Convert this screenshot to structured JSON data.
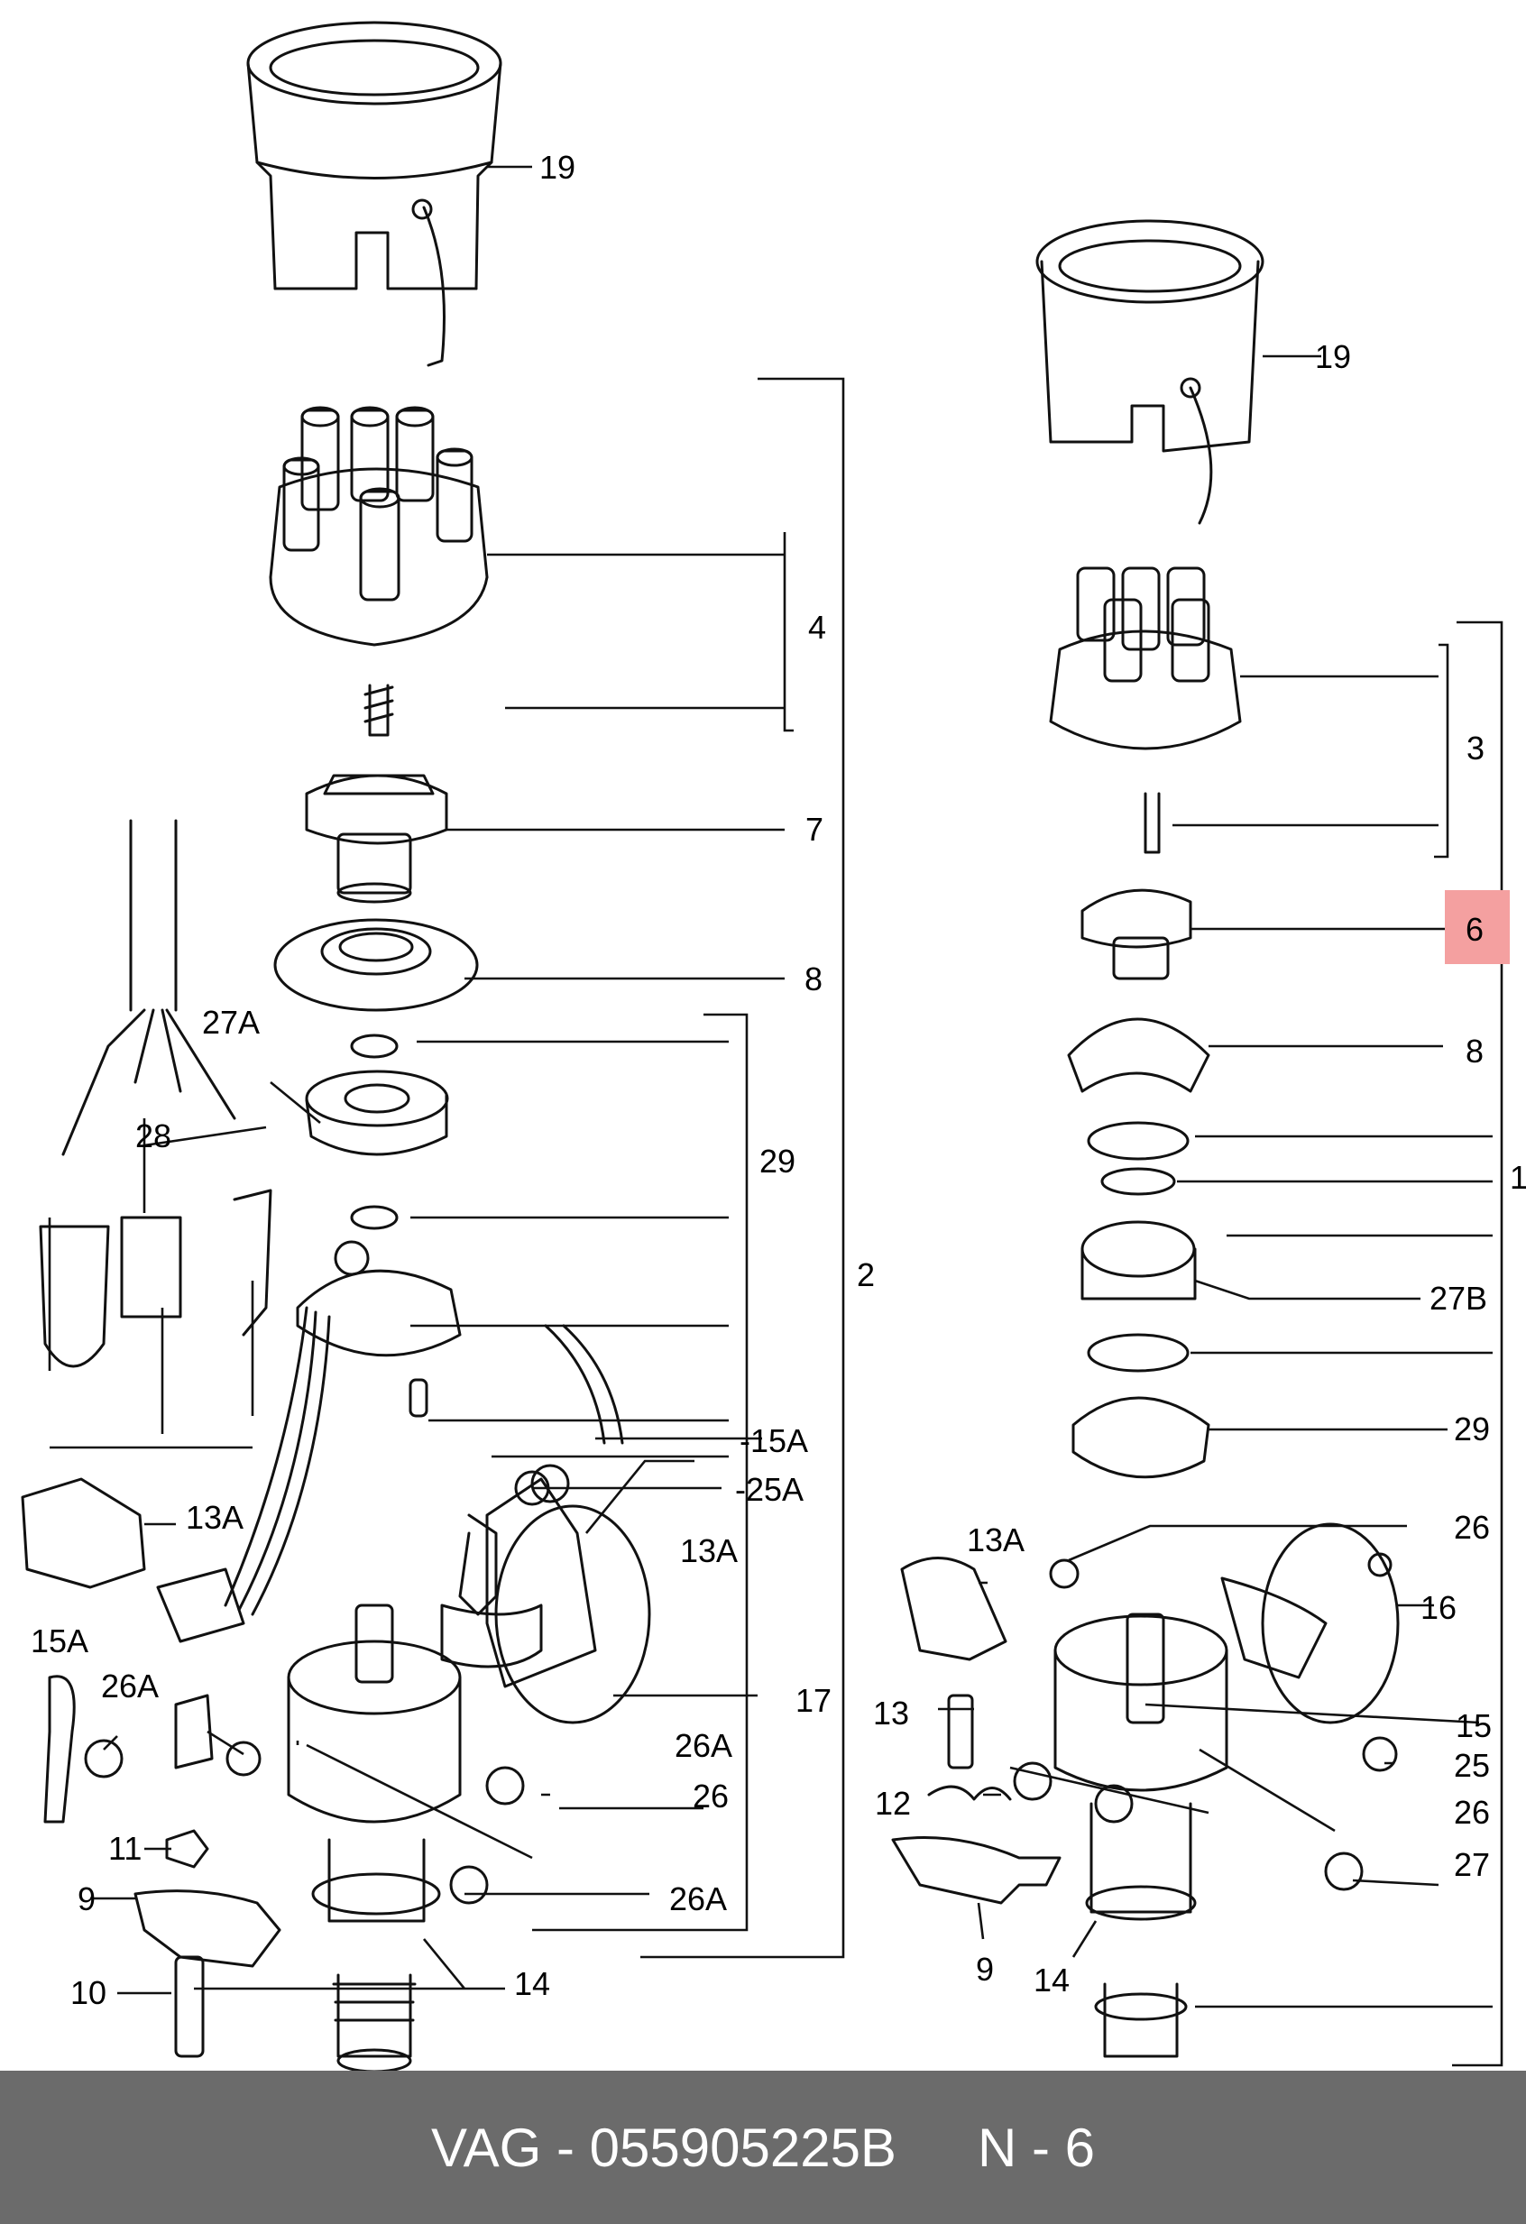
{
  "diagram": {
    "left_labels": {
      "c19": "19",
      "c4": "4",
      "c7": "7",
      "c8": "8",
      "c27A": "27A",
      "c28": "28",
      "c29": "29",
      "c2": "2",
      "c15A_r": "-15A",
      "c25A": "-25A",
      "c13A": "13A",
      "c13A_r": "13A",
      "c17": "17",
      "c15A_l": "15A",
      "c26A_a": "26A",
      "c26A_b": "26A",
      "c26": "26",
      "c11": "11",
      "c9": "9",
      "c26A_c": "26A",
      "c14": "14",
      "c10": "10"
    },
    "right_labels": {
      "c19": "19",
      "c3": "3",
      "c6": "6",
      "c8": "8",
      "c1": "1",
      "c27B": "27B",
      "c29": "29",
      "c26_a": "26",
      "c13A": "13A",
      "c16": "16",
      "c13": "13",
      "c15": "15",
      "c25": "25",
      "c12": "12",
      "c26_b": "26",
      "c27": "27",
      "c9": "9",
      "c14": "14"
    },
    "highlight_color": "#f4a0a0"
  },
  "footer": {
    "brand": "VAG",
    "dash": "-",
    "part_number": "055905225B",
    "page_ref": "N - 6"
  }
}
